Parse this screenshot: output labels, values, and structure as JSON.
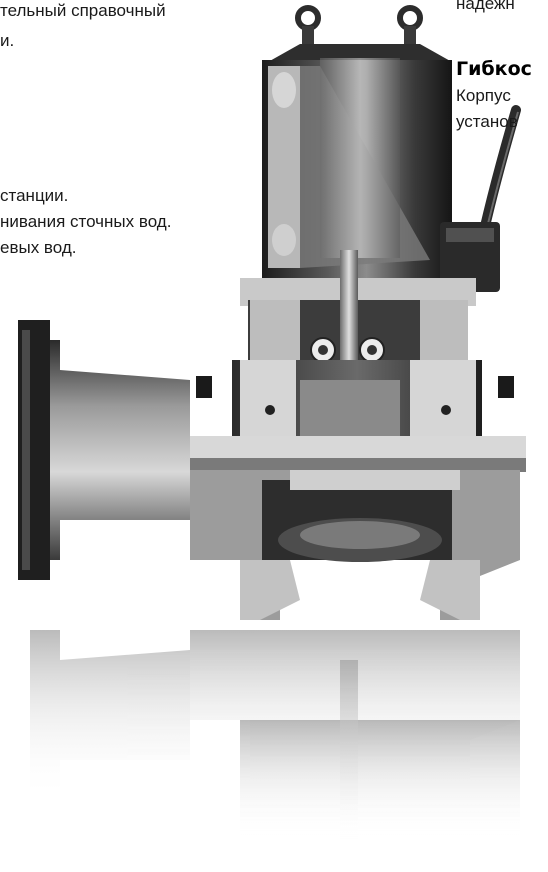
{
  "left_column": {
    "intro_line_1": "тельный справочный",
    "intro_line_2": "и.",
    "list_items": [
      "станции.",
      "нивания сточных вод.",
      "евых вод."
    ]
  },
  "right_column": {
    "top_line": "надежн",
    "heading": "Гибкос",
    "body_line_1": "Корпус",
    "body_line_2": "установ"
  },
  "illustration": {
    "subject": "pump-cutaway-icon"
  }
}
